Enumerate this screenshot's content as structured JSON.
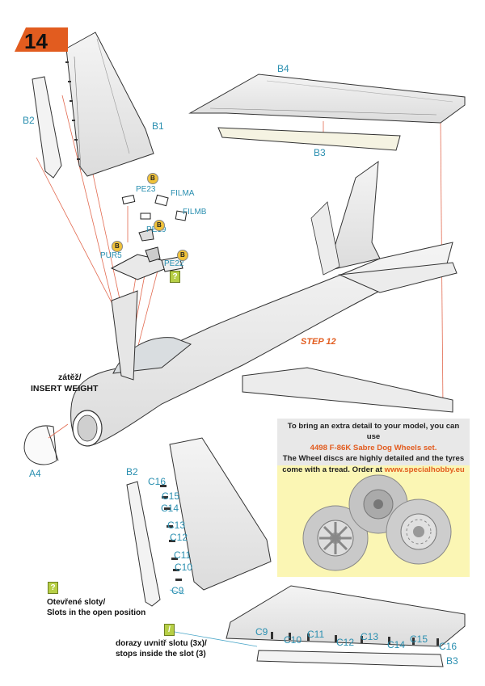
{
  "step": {
    "number": "14",
    "sub_step": "STEP 12"
  },
  "labels": {
    "b1": "B1",
    "b2_top": "B2",
    "b3_top": "B3",
    "b4": "B4",
    "pe23": "PE23",
    "filma": "FILMA",
    "filmb": "FILMB",
    "pe19": "PE19",
    "pur5": "PUR5",
    "pe22": "PE22",
    "a4": "A4",
    "b2_bottom": "B2",
    "b3_bottom": "B3"
  },
  "flap_parts_left": [
    "C16",
    "C15",
    "C14",
    "C13",
    "C12",
    "C11",
    "C10",
    "C9"
  ],
  "flap_parts_bottom": [
    "C9",
    "C10",
    "C11",
    "C12",
    "C13",
    "C14",
    "C15",
    "C16"
  ],
  "notes": {
    "insert_weight_cz": "zátěž/",
    "insert_weight_en": "INSERT WEIGHT",
    "slots_open_cz": "Otevřené sloty/",
    "slots_open_en": "Slots in the open position",
    "stops_cz": "dorazy uvnitř slotu (3x)/",
    "stops_en": "stops inside the slot (3)"
  },
  "promo": {
    "line1": "To bring an extra detail to your model, you can use",
    "product": "4498 F-86K Sabre Dog Wheels set.",
    "line2": "The Wheel discs are highly detailed and the tyres",
    "line3": "come with a tread. Order at",
    "url": "www.specialhobby.eu"
  },
  "markers": {
    "pipette": "B",
    "info": "?",
    "info_alt": "/"
  },
  "colors": {
    "accent": "#e25c1f",
    "label_blue": "#2a8fb0",
    "promo_bg": "#fbf6b4",
    "info_green": "#b7cf46"
  }
}
